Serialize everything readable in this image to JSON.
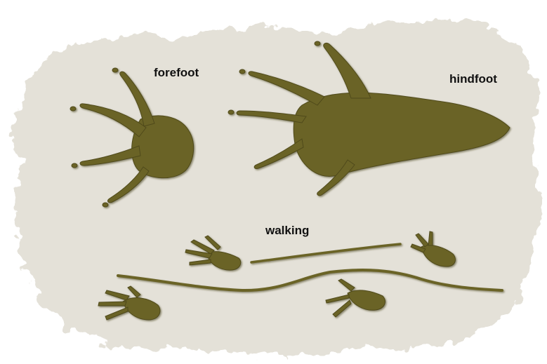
{
  "labels": {
    "forefoot": "forefoot",
    "hindfoot": "hindfoot",
    "walking": "walking"
  },
  "colors": {
    "background_blotch": "#e4e1d8",
    "track": "#6b6426",
    "track_shadow": "#4f4a1a",
    "track_highlight": "#8a8240"
  }
}
